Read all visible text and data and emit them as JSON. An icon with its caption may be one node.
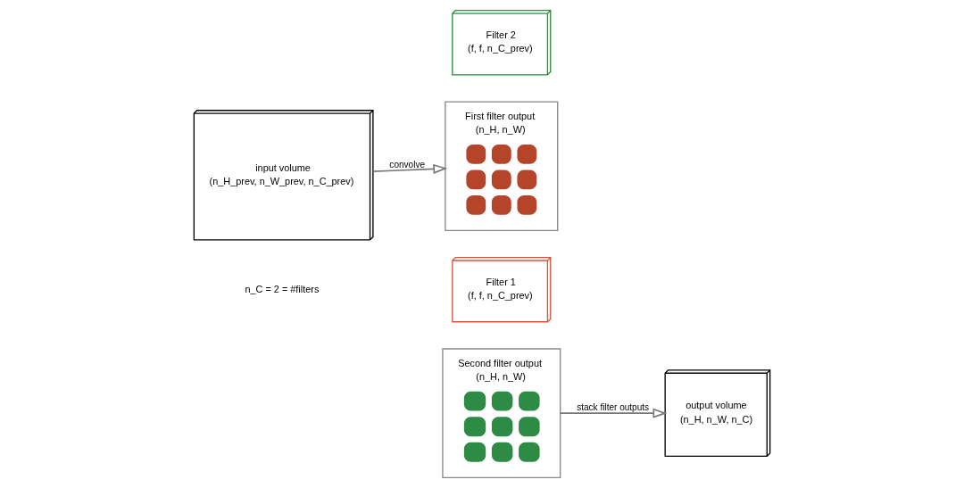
{
  "diagram": {
    "nodes": [
      {
        "text": [
          "input volume",
          "(n_H_prev, n_W_prev, n_C_prev)"
        ]
      },
      {
        "text": [
          "First filter output",
          "(n_H, n_W)"
        ]
      },
      {
        "text": [
          "Second filter output",
          "(n_H, n_W)"
        ]
      },
      {
        "text": [
          "output volume",
          "(n_H, n_W, n_C)"
        ]
      },
      {
        "text": [
          "Filter 1",
          "(f, f, n_C_prev)"
        ]
      },
      {
        "text": [
          "Filter 2",
          "(f, f, n_C_prev)"
        ]
      }
    ],
    "edges": [
      {
        "from": 0,
        "to": 1,
        "arrow": "to",
        "label": "convolve"
      },
      {
        "from": 2,
        "to": 3,
        "arrow": "to",
        "label": "stack filter outputs"
      }
    ],
    "labels": [
      "n_C = 2 = #filters"
    ]
  }
}
